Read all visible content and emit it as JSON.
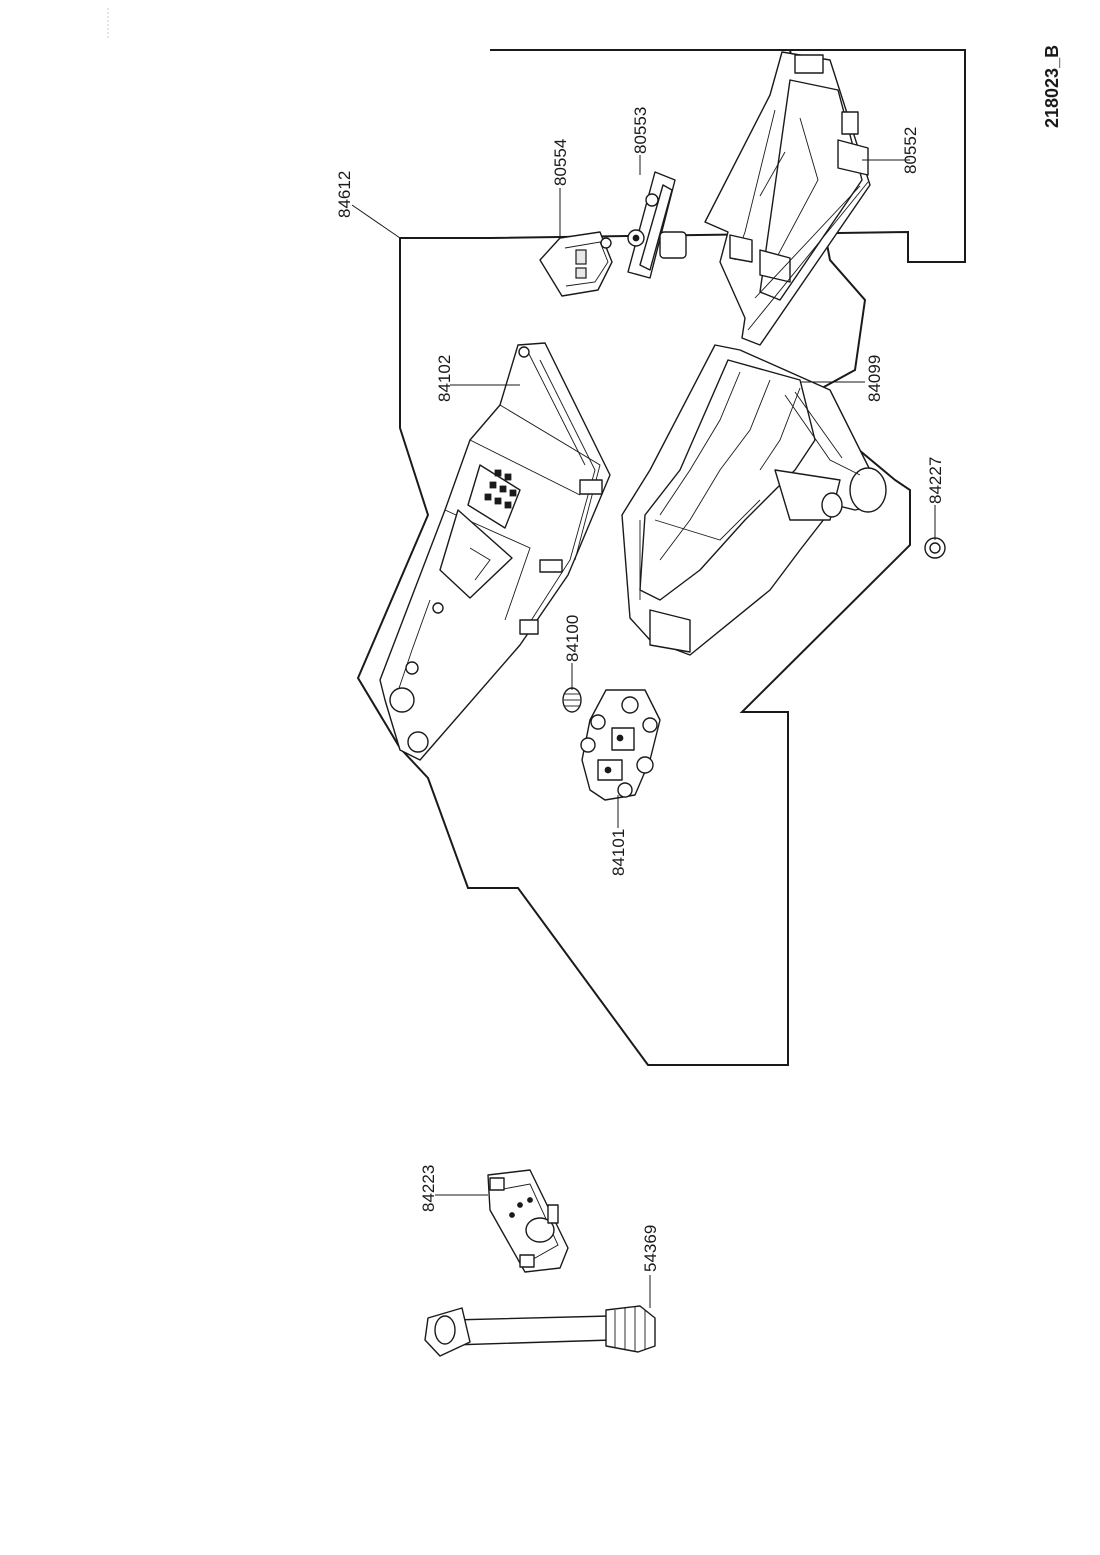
{
  "diagram": {
    "document_ref": "218023_B",
    "assembly_outline_label": "84612",
    "parts": [
      {
        "id": "80552",
        "label": "80552"
      },
      {
        "id": "80553",
        "label": "80553"
      },
      {
        "id": "80554",
        "label": "80554"
      },
      {
        "id": "84102",
        "label": "84102"
      },
      {
        "id": "84099",
        "label": "84099"
      },
      {
        "id": "84227",
        "label": "84227"
      },
      {
        "id": "84100",
        "label": "84100"
      },
      {
        "id": "84101",
        "label": "84101"
      },
      {
        "id": "84223",
        "label": "84223"
      },
      {
        "id": "54369",
        "label": "54369"
      }
    ]
  }
}
